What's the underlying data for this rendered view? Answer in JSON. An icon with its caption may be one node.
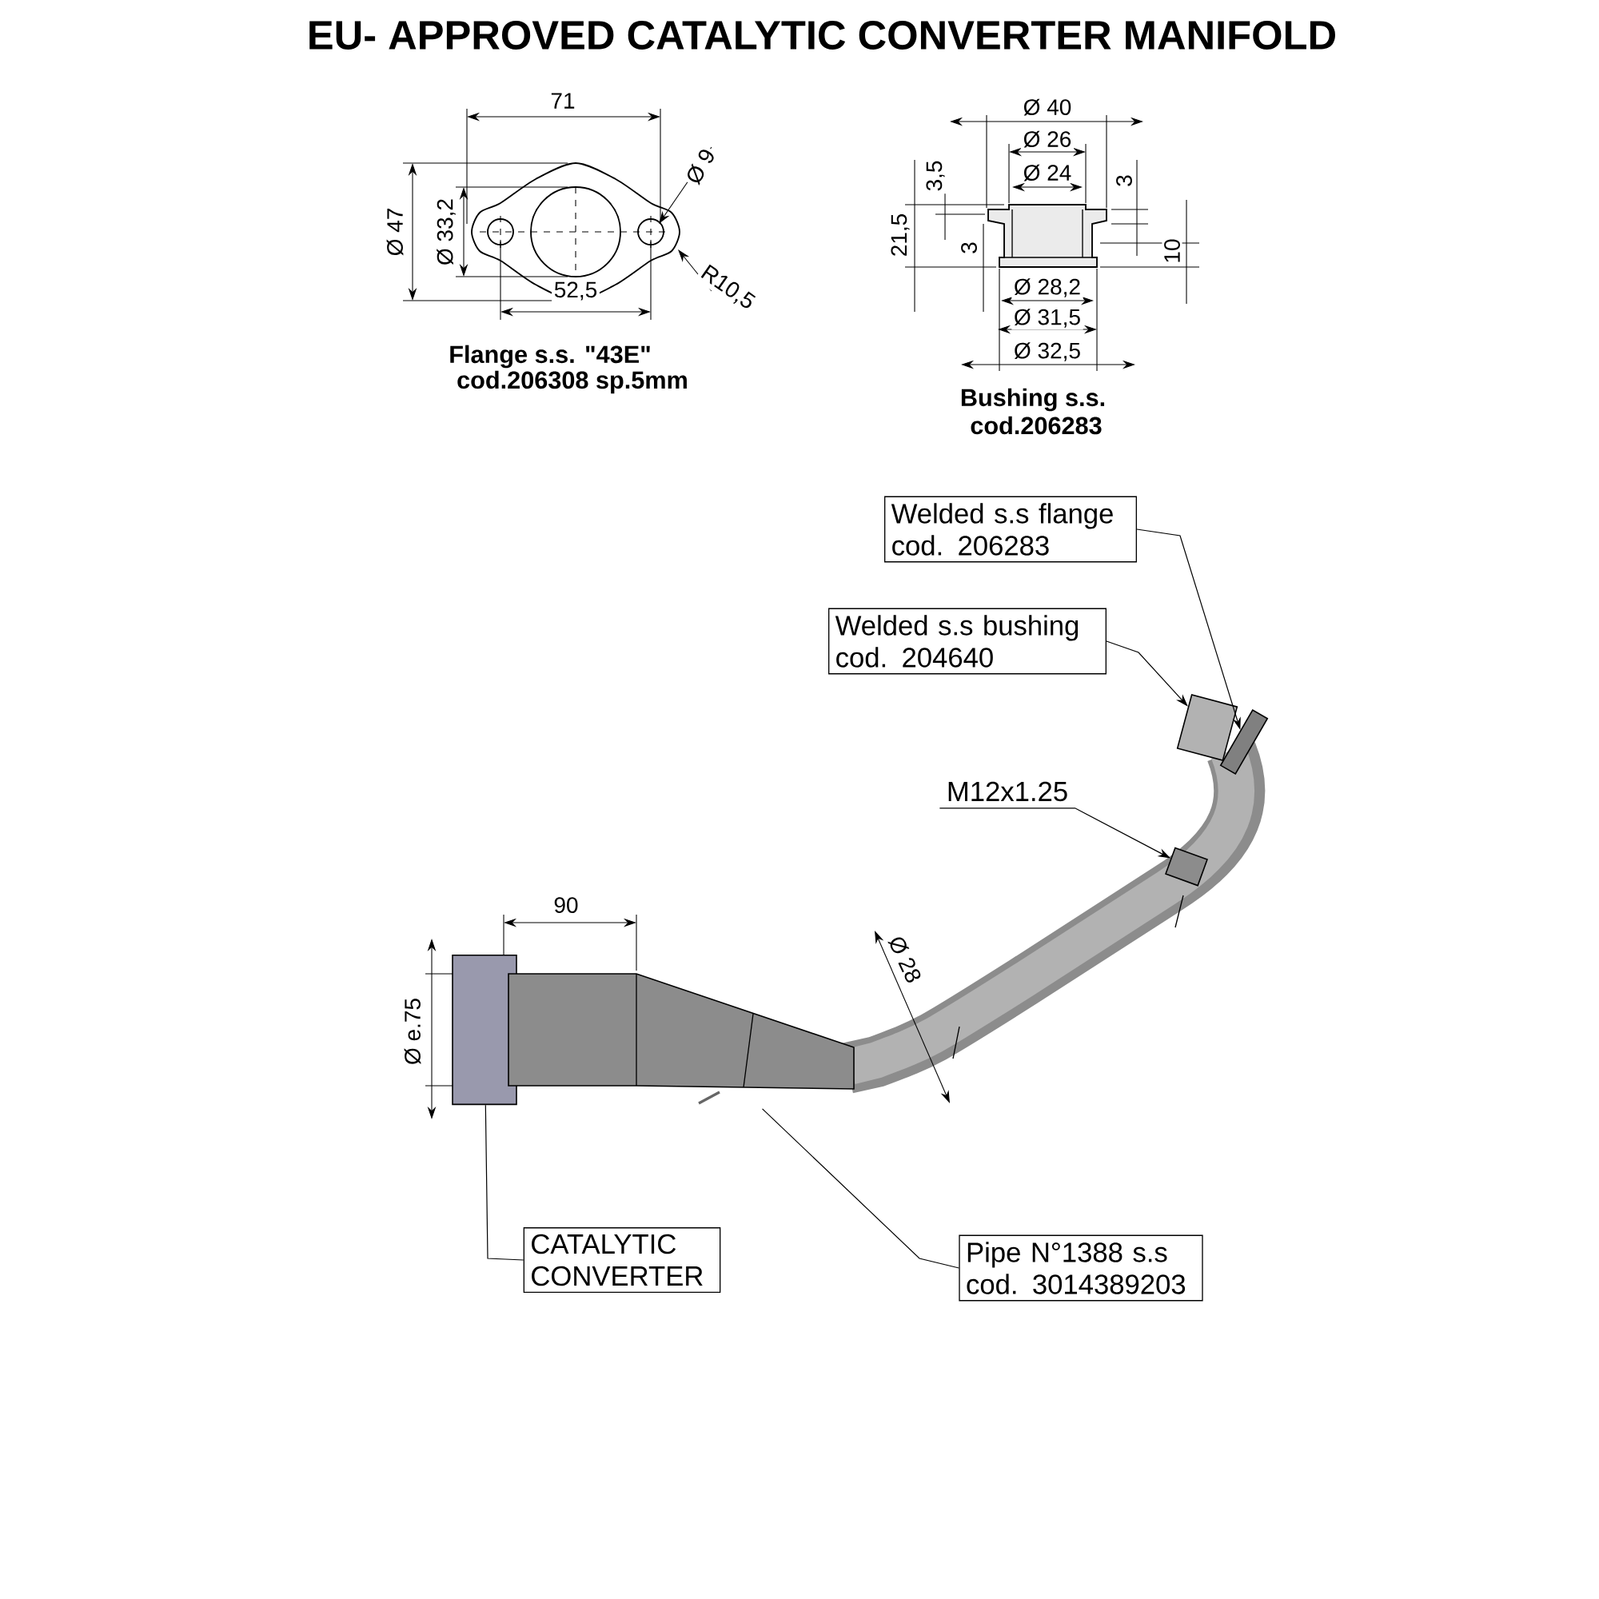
{
  "diagram": {
    "title": "EU- APPROVED CATALYTIC CONVERTER MANIFOLD",
    "nodes": [
      {
        "text": [
          "Welded s.s flange cod. 206283"
        ]
      },
      {
        "text": [
          "Welded s.s bushing cod. 204640"
        ]
      },
      {
        "text": [
          "M12x1.25"
        ]
      },
      {
        "text": [
          "CATALYTIC CONVERTER"
        ]
      },
      {
        "text": [
          "Pipe N°1388 s.s cod. 3014389203"
        ]
      },
      {
        "text": [],
        "shape": "box"
      },
      {
        "text": [],
        "shape": "box"
      },
      {
        "text": [],
        "shape": "box"
      },
      {
        "text": [],
        "shape": "box"
      },
      {
        "text": [],
        "shape": "box"
      }
    ],
    "edges": [
      {
        "from": 0,
        "to": 5,
        "arrow": "to"
      },
      {
        "from": 1,
        "to": 6,
        "arrow": "to"
      },
      {
        "from": 2,
        "to": 7,
        "arrow": "to"
      },
      {
        "from": 3,
        "to": 8,
        "arrow": "none"
      },
      {
        "from": 4,
        "to": 9,
        "arrow": "none"
      }
    ],
    "labels": [
      "71",
      "Ø 47",
      "Ø 33,2",
      "Ø 9",
      "R10,5",
      "52,5",
      "Flange s.s.    \"43E\"",
      "cod.206308 sp.5mm",
      "Ø 40",
      "Ø 26",
      "Ø 24",
      "3,5",
      "21,5",
      "3",
      "3",
      "10",
      "Ø 28,2",
      "Ø 31,5",
      "Ø 32,5",
      "Bushing s.s.",
      "cod.206283",
      "90",
      "Ø e.75",
      "Ø 28"
    ]
  }
}
